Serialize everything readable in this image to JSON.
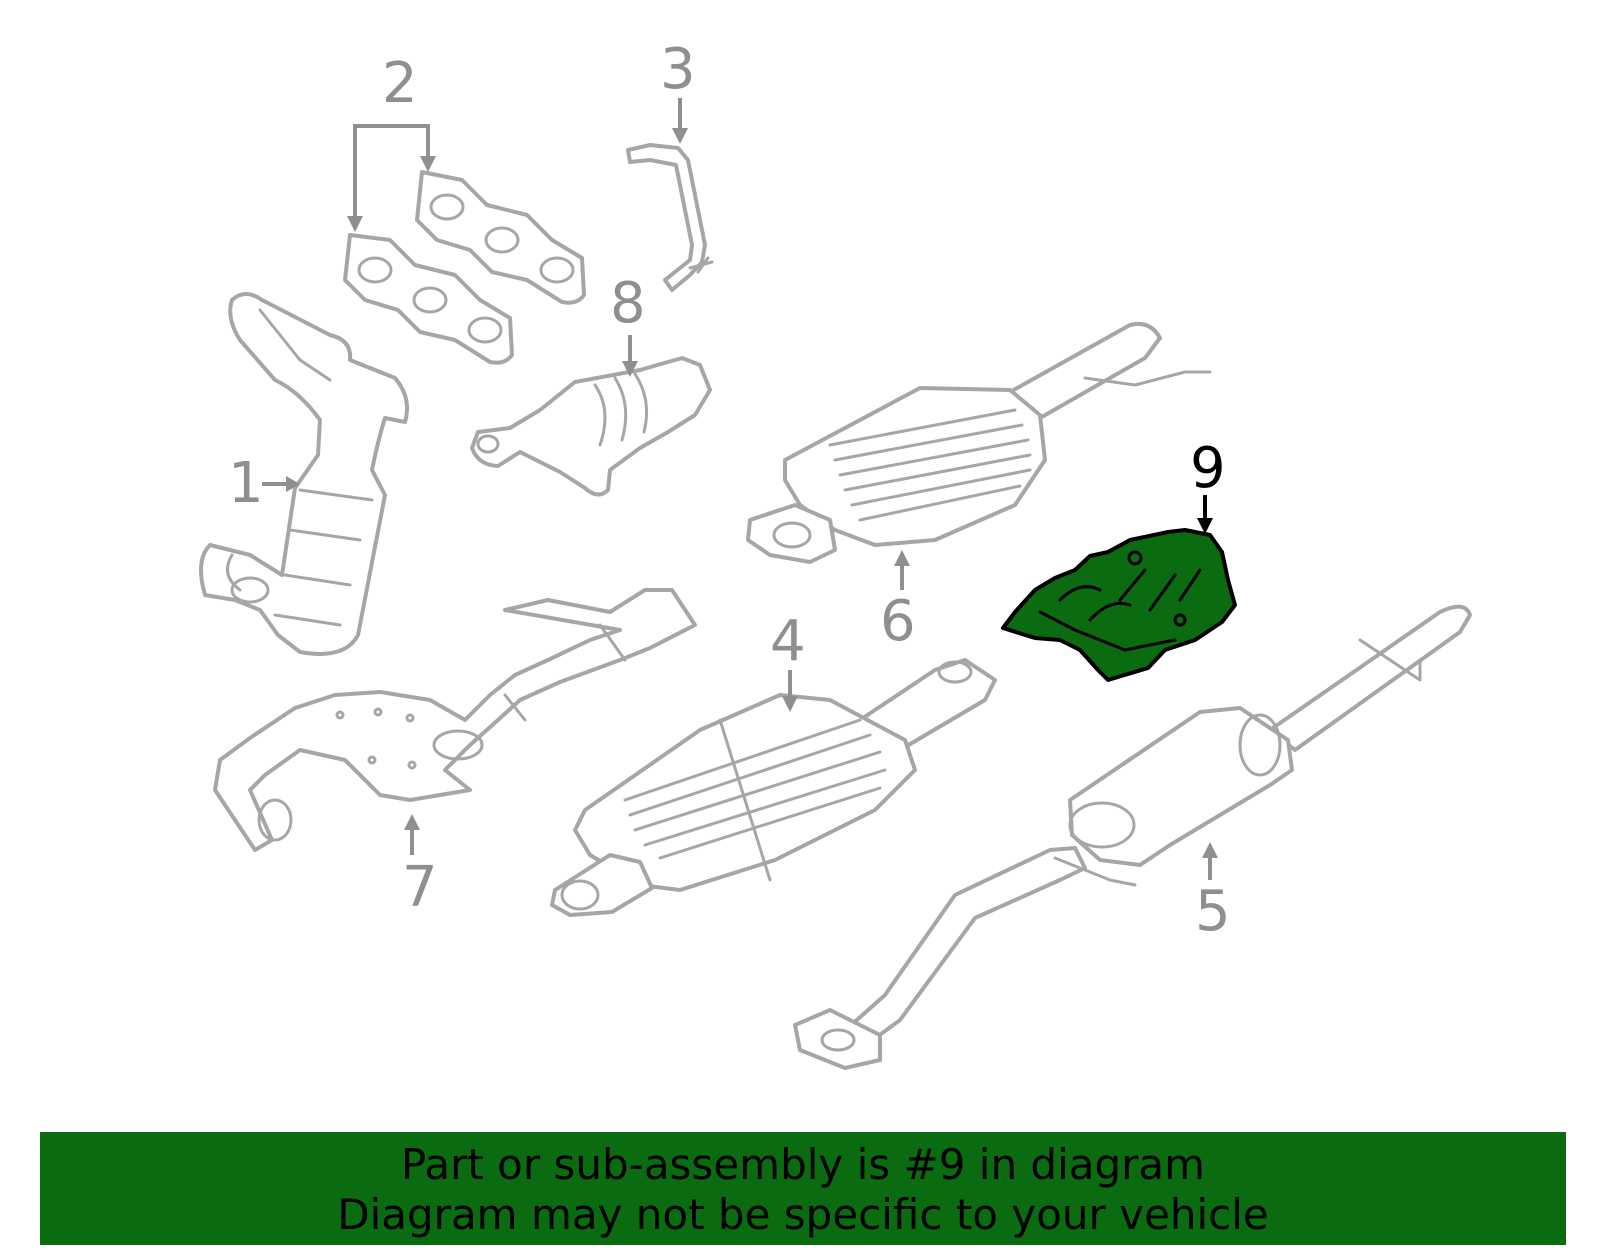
{
  "callouts": {
    "c1": "1",
    "c2": "2",
    "c3": "3",
    "c4": "4",
    "c5": "5",
    "c6": "6",
    "c7": "7",
    "c8": "8",
    "c9": "9"
  },
  "banner": {
    "line1": "Part or sub-assembly is #9 in diagram",
    "line2": "Diagram may not be specific to your vehicle"
  },
  "colors": {
    "highlight": "#0b6b10",
    "part_line": "#a6a6a6",
    "callout": "#8f8f8f"
  }
}
